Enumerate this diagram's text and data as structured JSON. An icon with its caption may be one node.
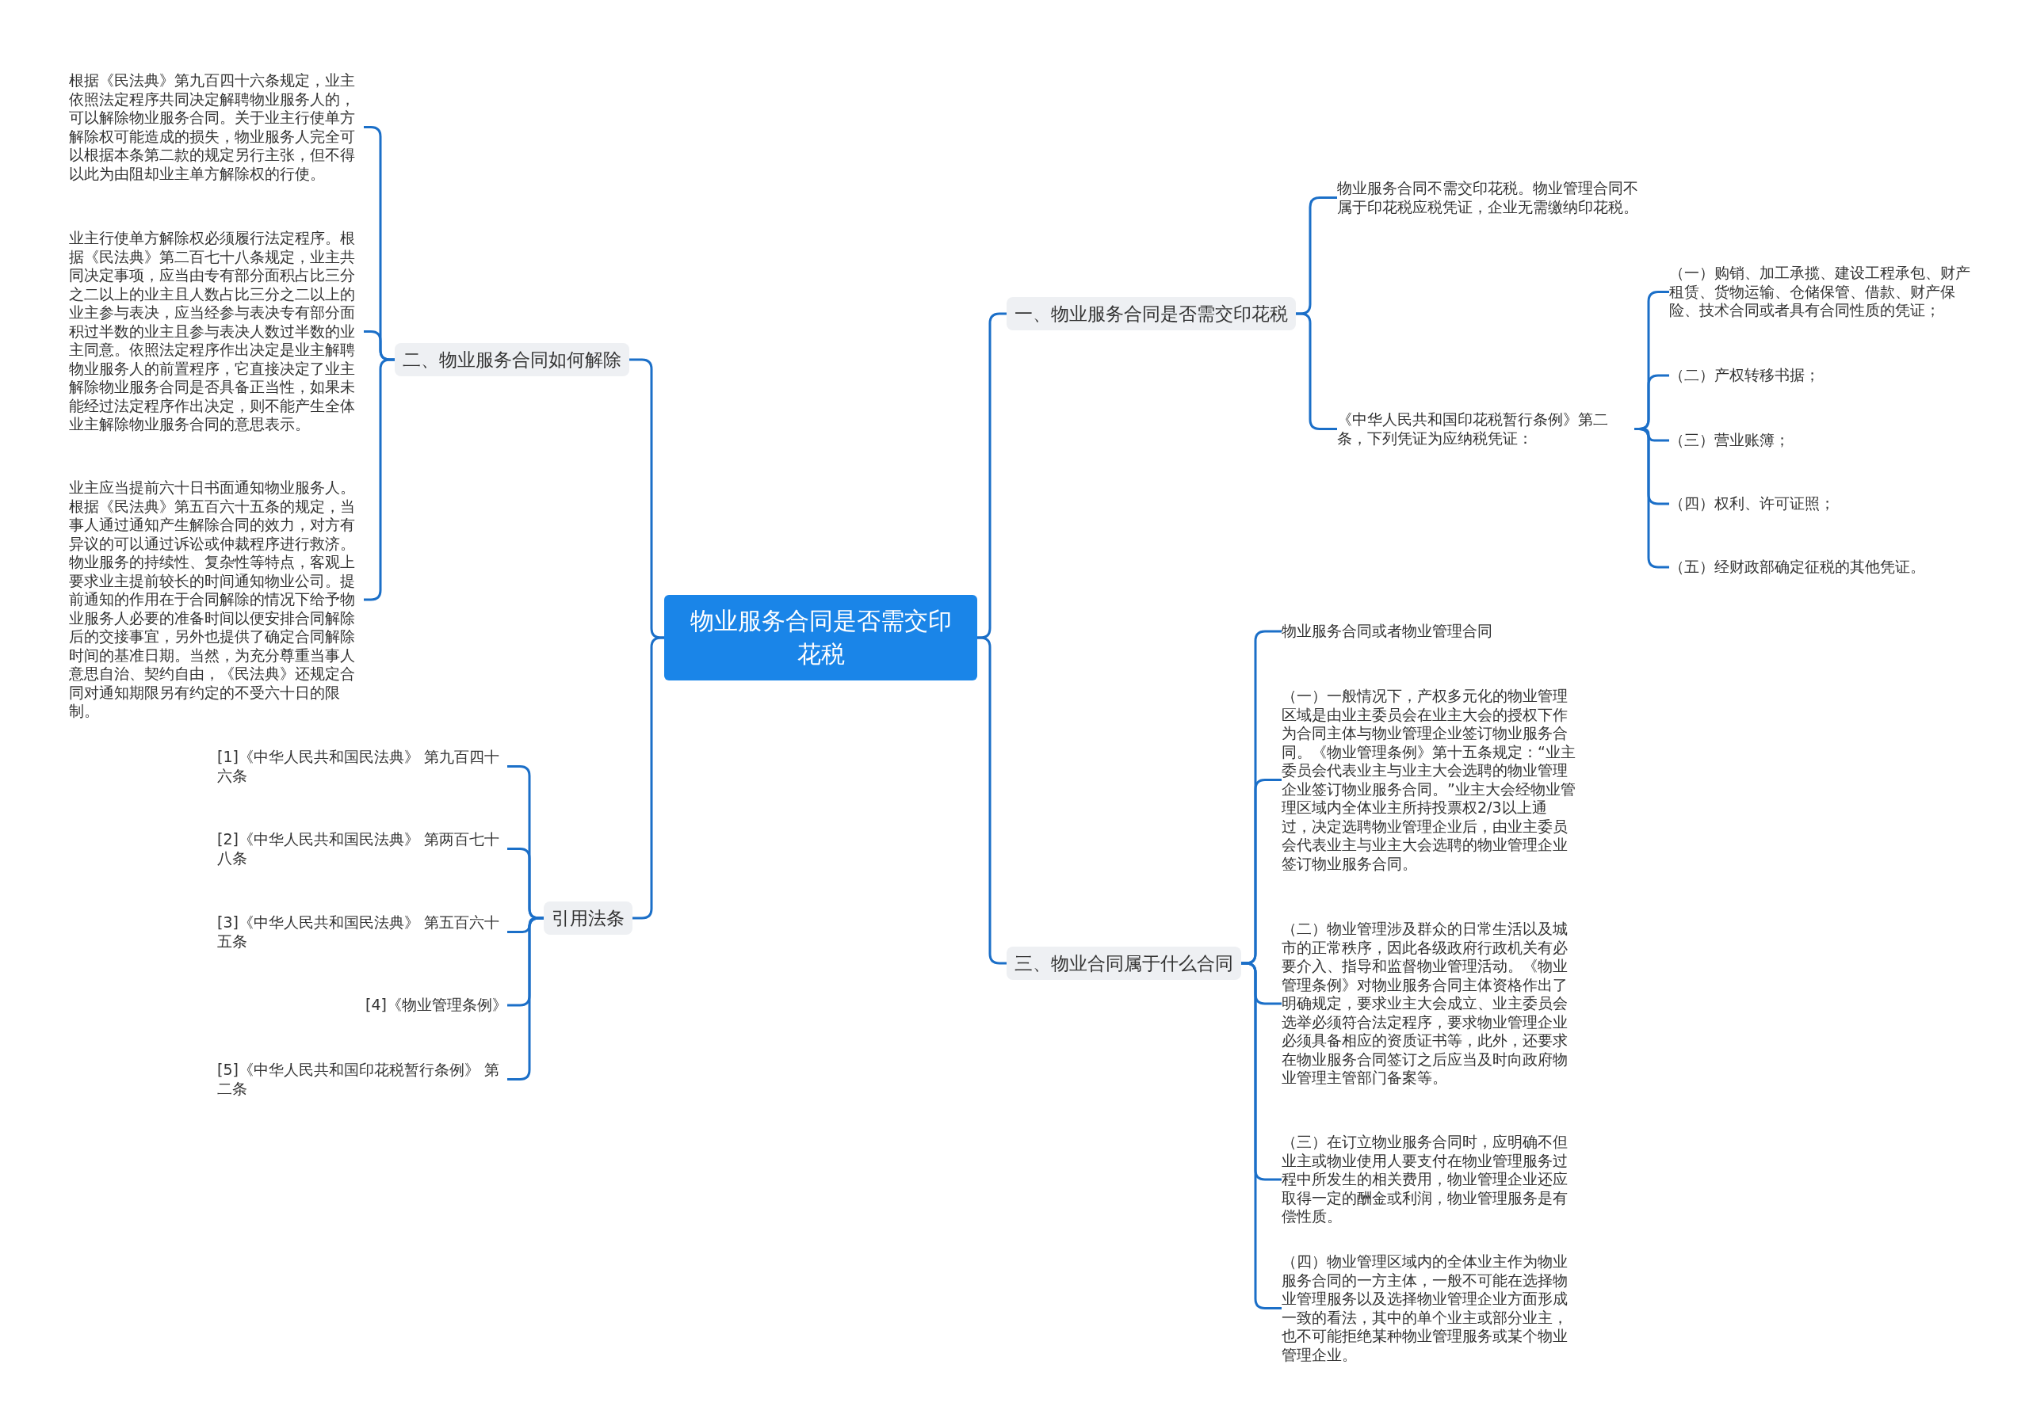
{
  "diagram": {
    "nodes": [
      {
        "text": [
          "物业服务合同是否需交印花税"
        ]
      },
      {
        "text": [
          "一、物业服务合同是否需交印花税"
        ]
      },
      {
        "text": [
          "物业服务合同不需交印花税。物业管理合同不属于印花税应税凭证，企业无需缴纳印花税。"
        ]
      },
      {
        "text": [
          "《中华人民共和国印花税暂行条例》第二条，下列凭证为应纳税凭证："
        ]
      },
      {
        "text": [
          "（一）购销、加工承揽、建设工程承包、财产租赁、货物运输、仓储保管、借款、财产保险、技术合同或者具有合同性质的凭证；"
        ]
      },
      {
        "text": [
          "（二）产权转移书据；"
        ]
      },
      {
        "text": [
          "（三）营业账簿；"
        ]
      },
      {
        "text": [
          "（四）权利、许可证照；"
        ]
      },
      {
        "text": [
          "（五）经财政部确定征税的其他凭证。"
        ]
      },
      {
        "text": [
          "二、物业服务合同如何解除"
        ]
      },
      {
        "text": [
          "根据《民法典》第九百四十六条规定，业主依照法定程序共同决定解聘物业服务人的，可以解除物业服务合同。关于业主行使单方解除权可能造成的损失，物业服务人完全可以根据本条第二款的规定另行主张，但不得以此为由阻却业主单方解除权的行使。"
        ]
      },
      {
        "text": [
          "业主行使单方解除权必须履行法定程序。根据《民法典》第二百七十八条规定，业主共同决定事项，应当由专有部分面积占比三分之二以上的业主且人数占比三分之二以上的业主参与表决，应当经参与表决专有部分面积过半数的业主且参与表决人数过半数的业主同意。依照法定程序作出决定是业主解聘物业服务人的前置程序，它直接决定了业主解除物业服务合同是否具备正当性，如果未能经过法定程序作出决定，则不能产生全体业主解除物业服务合同的意思表示。"
        ]
      },
      {
        "text": [
          "业主应当提前六十日书面通知物业服务人。根据《民法典》第五百六十五条的规定，当事人通过通知产生解除合同的效力，对方有异议的可以通过诉讼或仲裁程序进行救济。物业服务的持续性、复杂性等特点，客观上要求业主提前较长的时间通知物业公司。提前通知的作用在于合同解除的情况下给予物业服务人必要的准备时间以便安排合同解除后的交接事宜，另外也提供了确定合同解除时间的基准日期。当然，为充分尊重当事人意思自治、契约自由，《民法典》还规定合同对通知期限另有约定的不受六十日的限制。"
        ]
      },
      {
        "text": [
          "引用法条"
        ]
      },
      {
        "text": [
          "[1]《中华人民共和国民法典》 第九百四十六条"
        ]
      },
      {
        "text": [
          "[2]《中华人民共和国民法典》 第两百七十八条"
        ]
      },
      {
        "text": [
          "[3]《中华人民共和国民法典》 第五百六十五条"
        ]
      },
      {
        "text": [
          "[4]《物业管理条例》"
        ]
      },
      {
        "text": [
          "[5]《中华人民共和国印花税暂行条例》 第二条"
        ]
      },
      {
        "text": [
          "三、物业合同属于什么合同"
        ]
      },
      {
        "text": [
          "物业服务合同或者物业管理合同"
        ]
      },
      {
        "text": [
          "（一）一般情况下，产权多元化的物业管理区域是由业主委员会在业主大会的授权下作为合同主体与物业管理企业签订物业服务合同。《物业管理条例》第十五条规定：“业主委员会代表业主与业主大会选聘的物业管理企业签订物业服务合同。”业主大会经物业管理区域内全体业主所持投票权2/3以上通过，决定选聘物业管理企业后，由业主委员会代表业主与业主大会选聘的物业管理企业签订物业服务合同。"
        ]
      },
      {
        "text": [
          "（二）物业管理涉及群众的日常生活以及城市的正常秩序，因此各级政府行政机关有必要介入、指导和监督物业管理活动。《物业管理条例》对物业服务合同主体资格作出了明确规定，要求业主大会成立、业主委员会选举必须符合法定程序，要求物业管理企业必须具备相应的资质证书等，此外，还要求在物业服务合同签订之后应当及时向政府物业管理主管部门备案等。"
        ]
      },
      {
        "text": [
          "（三）在订立物业服务合同时，应明确不但业主或物业使用人要支付在物业管理服务过程中所发生的相关费用，物业管理企业还应取得一定的酬金或利润，物业管理服务是有偿性质。"
        ]
      },
      {
        "text": [
          "（四）物业管理区域内的全体业主作为物业服务合同的一方主体，一般不可能在选择物业管理服务以及选择物业管理企业方面形成一致的看法，其中的单个业主或部分业主，也不可能拒绝某种物业管理服务或某个物业管理企业。"
        ]
      }
    ],
    "edges": [
      {
        "from": 0,
        "to": 1,
        "arrow": "none"
      },
      {
        "from": 1,
        "to": 2,
        "arrow": "none"
      },
      {
        "from": 1,
        "to": 3,
        "arrow": "none"
      },
      {
        "from": 3,
        "to": 4,
        "arrow": "none"
      },
      {
        "from": 3,
        "to": 5,
        "arrow": "none"
      },
      {
        "from": 3,
        "to": 6,
        "arrow": "none"
      },
      {
        "from": 3,
        "to": 7,
        "arrow": "none"
      },
      {
        "from": 3,
        "to": 8,
        "arrow": "none"
      },
      {
        "from": 0,
        "to": 9,
        "arrow": "none"
      },
      {
        "from": 9,
        "to": 10,
        "arrow": "none"
      },
      {
        "from": 9,
        "to": 11,
        "arrow": "none"
      },
      {
        "from": 9,
        "to": 12,
        "arrow": "none"
      },
      {
        "from": 0,
        "to": 13,
        "arrow": "none"
      },
      {
        "from": 13,
        "to": 14,
        "arrow": "none"
      },
      {
        "from": 13,
        "to": 15,
        "arrow": "none"
      },
      {
        "from": 13,
        "to": 16,
        "arrow": "none"
      },
      {
        "from": 13,
        "to": 17,
        "arrow": "none"
      },
      {
        "from": 13,
        "to": 18,
        "arrow": "none"
      },
      {
        "from": 0,
        "to": 19,
        "arrow": "none"
      },
      {
        "from": 19,
        "to": 20,
        "arrow": "none"
      },
      {
        "from": 19,
        "to": 21,
        "arrow": "none"
      },
      {
        "from": 19,
        "to": 22,
        "arrow": "none"
      },
      {
        "from": 19,
        "to": 23,
        "arrow": "none"
      },
      {
        "from": 19,
        "to": 24,
        "arrow": "none"
      }
    ]
  }
}
